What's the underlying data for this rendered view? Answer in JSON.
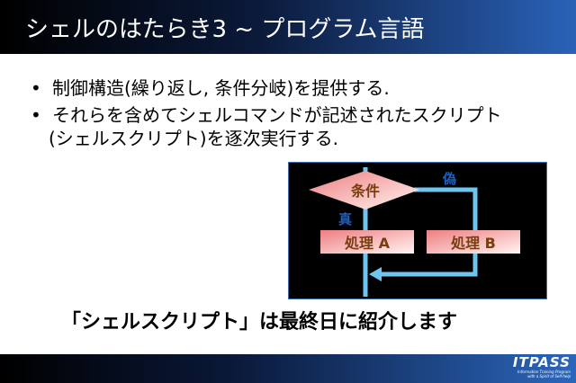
{
  "header": {
    "title": "シェルのはたらき3 ~ プログラム言語"
  },
  "bullets": [
    {
      "marker": "•",
      "lines": [
        "制御構造(繰り返し, 条件分岐)を提供する."
      ]
    },
    {
      "marker": "•",
      "lines": [
        "それらを含めてシェルコマンドが記述されたスクリプト",
        "(シェルスクリプト)を逐次実行する."
      ]
    }
  ],
  "diagram": {
    "condition": "条件",
    "true_label": "真",
    "false_label": "偽",
    "process_a": "処理 A",
    "process_b": "処理 B",
    "line_color": "#6ec6f0",
    "label_color": "#1a5fc0",
    "text_color": "#7a3d10"
  },
  "bottom_note": "「シェルスクリプト」は最終日に紹介します",
  "footer": {
    "logo": "ITPASS",
    "logo_sub1": "Information Training Program",
    "logo_sub2": "with a Spirit of Self-help"
  }
}
